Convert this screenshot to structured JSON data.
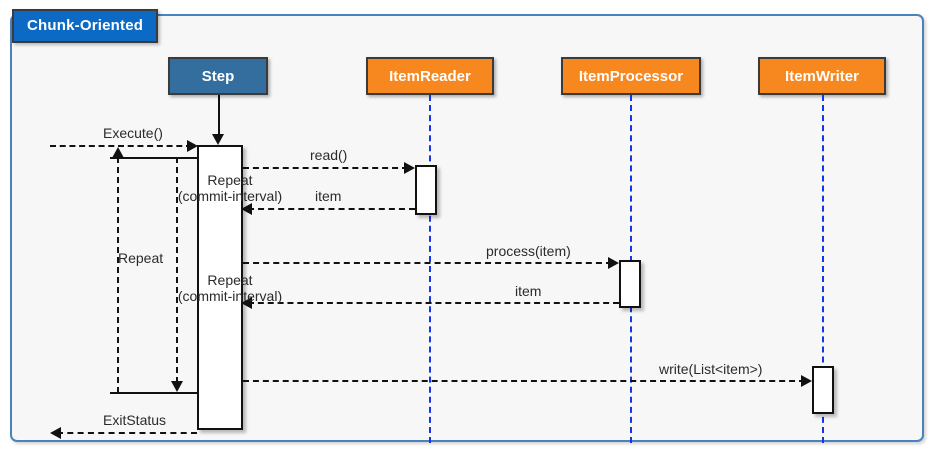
{
  "frame": {
    "tag_label": "Chunk-Oriented",
    "tag_color": "#0d6ac4",
    "border_color": "#4a82bd",
    "background": "#f7f7f7"
  },
  "participants": [
    {
      "name": "Step",
      "color": "#336e9e"
    },
    {
      "name": "ItemReader",
      "color": "#f7871f"
    },
    {
      "name": "ItemProcessor",
      "color": "#f7871f"
    },
    {
      "name": "ItemWriter",
      "color": "#f7871f"
    }
  ],
  "messages": [
    {
      "label": "Execute()",
      "from": "actor",
      "to": "Step",
      "kind": "call",
      "style": "dashed"
    },
    {
      "label": "read()",
      "from": "Step",
      "to": "ItemReader",
      "kind": "call",
      "style": "dashed"
    },
    {
      "label": "item",
      "from": "ItemReader",
      "to": "Step",
      "kind": "return",
      "style": "dashed"
    },
    {
      "label": "process(item)",
      "from": "Step",
      "to": "ItemProcessor",
      "kind": "call",
      "style": "dashed"
    },
    {
      "label": "item",
      "from": "ItemProcessor",
      "to": "Step",
      "kind": "return",
      "style": "dashed"
    },
    {
      "label": "write(List<item>)",
      "from": "Step",
      "to": "ItemWriter",
      "kind": "call",
      "style": "dashed"
    },
    {
      "label": "ExitStatus",
      "from": "Step",
      "to": "actor",
      "kind": "return",
      "style": "dashed"
    }
  ],
  "loops": [
    {
      "id": "outer",
      "label": "Repeat"
    },
    {
      "id": "chunk_read",
      "label_line1": "Repeat",
      "label_line2": "(commit-interval)"
    },
    {
      "id": "chunk_process",
      "label_line1": "Repeat",
      "label_line2": "(commit-interval)"
    }
  ],
  "lifeline_color": "#1436e8",
  "line_color": "#111111"
}
